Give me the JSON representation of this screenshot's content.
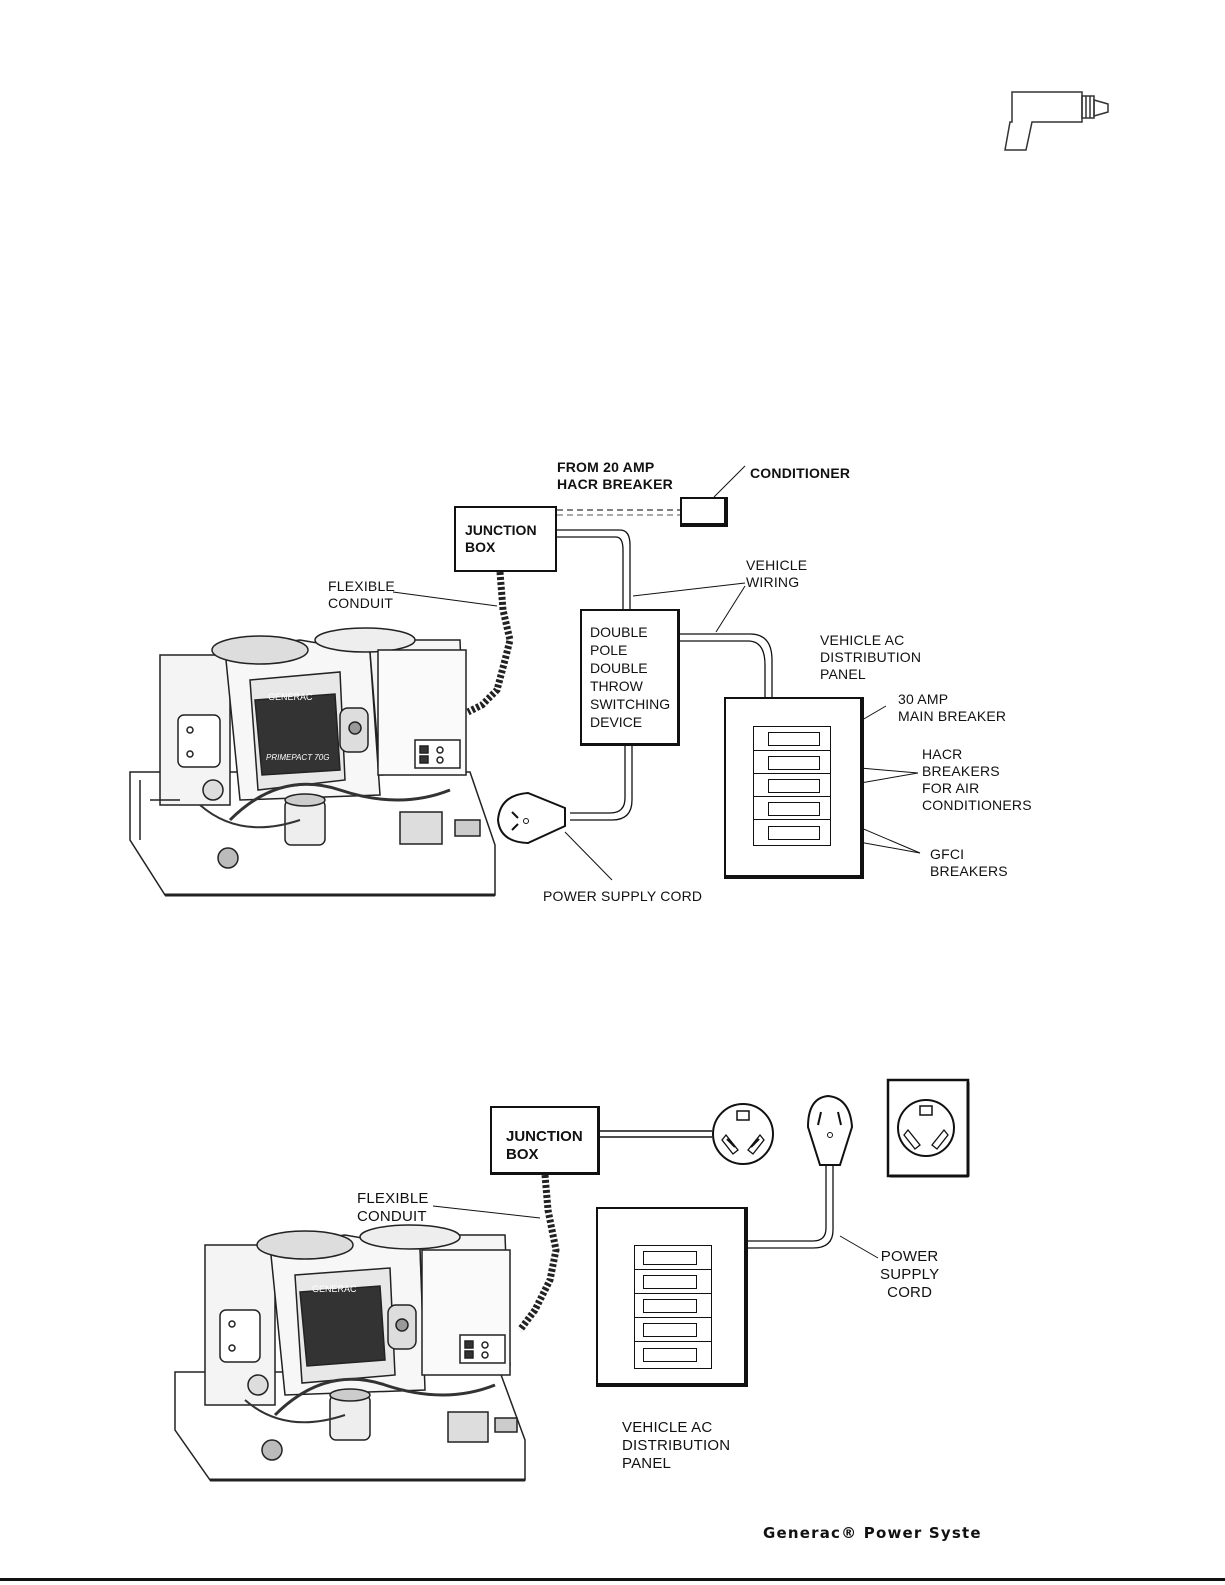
{
  "diagram1": {
    "from_breaker": "FROM 20 AMP\nHACR BREAKER",
    "conditioner": "CONDITIONER",
    "junction_box": "JUNCTION\nBOX",
    "flexible_conduit": "FLEXIBLE\nCONDUIT",
    "vehicle_wiring": "VEHICLE\nWIRING",
    "switching_device": "DOUBLE\nPOLE\nDOUBLE\nTHROW\nSWITCHING\nDEVICE",
    "distribution_panel": "VEHICLE AC\nDISTRIBUTION\nPANEL",
    "main_breaker": "30 AMP\nMAIN BREAKER",
    "hacr_breakers": "HACR\nBREAKERS\nFOR AIR\nCONDITIONERS",
    "gfci_breakers": "GFCI\nBREAKERS",
    "power_cord": "POWER SUPPLY CORD"
  },
  "diagram2": {
    "junction_box": "JUNCTION\nBOX",
    "flexible_conduit": "FLEXIBLE\nCONDUIT",
    "power_cord": "POWER\nSUPPLY\nCORD",
    "distribution_panel": "VEHICLE AC\nDISTRIBUTION\nPANEL"
  },
  "footer": "Generac® Power Syste",
  "icons": [
    "drill-icon"
  ]
}
